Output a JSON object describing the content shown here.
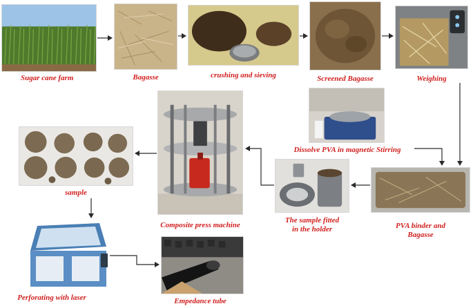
{
  "steps": {
    "farm": "Sugar cane farm",
    "bagasse": "Bagasse",
    "crushing": "crushing and sieving",
    "screened": "Screened Bagasse",
    "weighing": "Weighing",
    "dissolve": "Dissolve PVA in magnetic Stirring",
    "pva_line1": "PVA binder and",
    "pva_line2": "Bagasse",
    "holder_line1": "The sample fitted",
    "holder_line2": "in the holder",
    "press": "Composite press machine",
    "sample": "sample",
    "laser": "Perforating with laser",
    "tube": "Empedance tube"
  },
  "colors": {
    "label": "#d0201f",
    "arrow": "#2b2b2b"
  }
}
